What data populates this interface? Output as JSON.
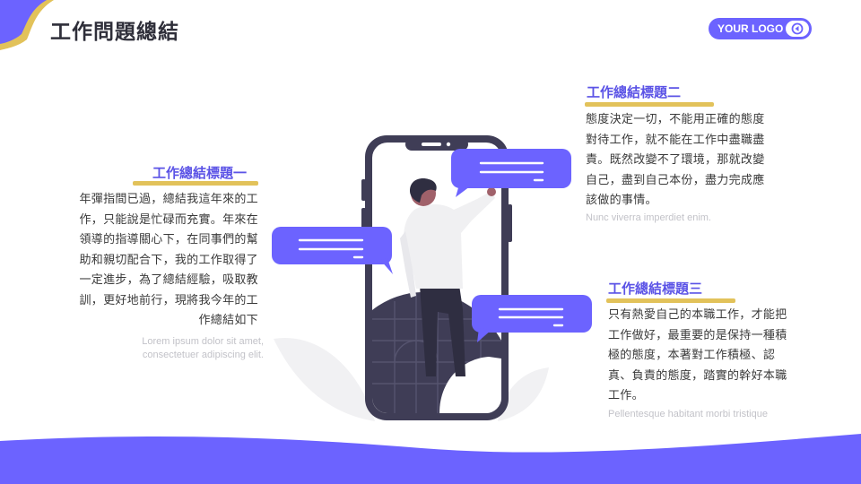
{
  "page": {
    "title": "工作問題總結",
    "logo_text": "YOUR LOGO"
  },
  "sections": [
    {
      "heading": "工作總結標題一",
      "body": "年彈指間已過，總結我這年來的工作，只能說是忙碌而充實。年來在領導的指導關心下，在同事們的幫助和親切配合下，我的工作取得了一定進步，為了總結經驗，吸取教訓，更好地前行，現將我今年的工作總結如下",
      "sub_line1": "Lorem ipsum dolor sit amet,",
      "sub_line2": "consectetuer adipiscing elit."
    },
    {
      "heading": "工作總結標題二",
      "body": "態度決定一切，不能用正確的態度對待工作，就不能在工作中盡職盡責。既然改變不了環境，那就改變自己，盡到自己本份，盡力完成應該做的事情。",
      "sub_line1": "Nunc viverra imperdiet enim."
    },
    {
      "heading": "工作總結標題三",
      "body": "只有熱愛自己的本職工作，才能把工作做好，最重要的是保持一種積極的態度，本著對工作積極、認真、負責的態度，踏實的幹好本職工作。",
      "sub_line1": "Pellentesque habitant morbi tristique"
    }
  ],
  "colors": {
    "accent_purple": "#6c63ff",
    "accent_gold": "#e2c25a",
    "phone_dark": "#3f3d56",
    "title_dark": "#2f2f3a"
  },
  "icons": {
    "logo_toggle": "toggle-circle-icon",
    "chat": "chat-bubble-icon"
  }
}
